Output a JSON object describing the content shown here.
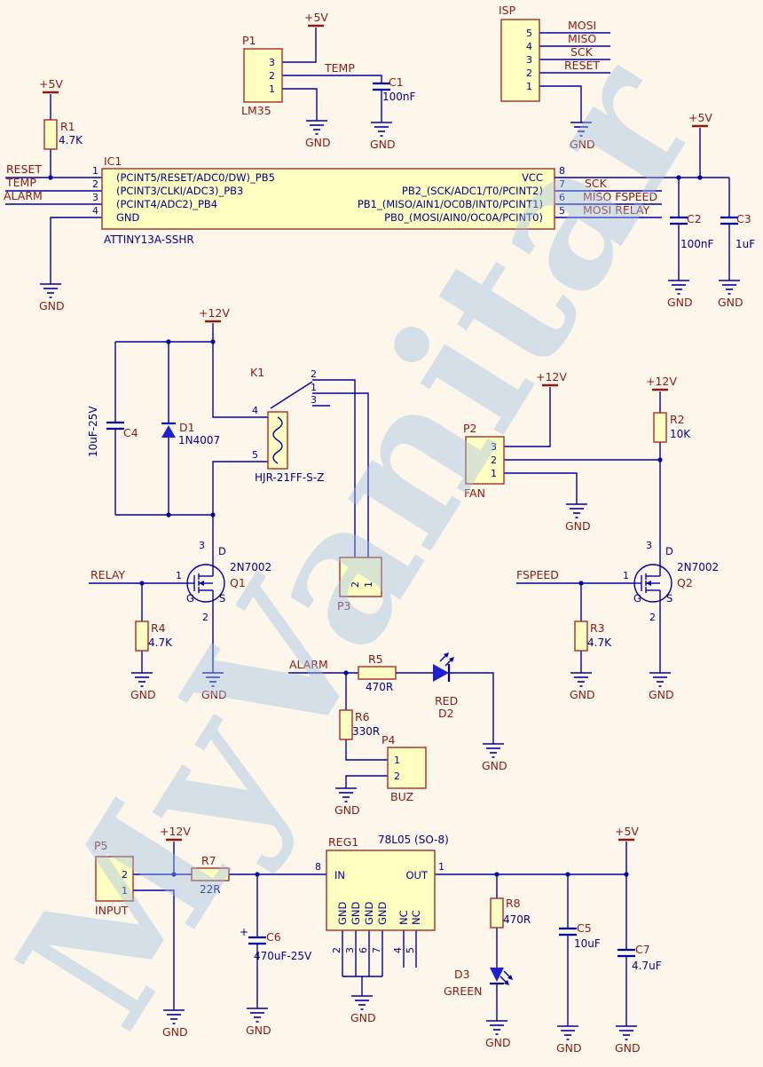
{
  "watermark": "MyVanitar",
  "power": {
    "v5": "+5V",
    "v12": "+12V",
    "gnd": "GND"
  },
  "nets": {
    "reset": "RESET",
    "temp": "TEMP",
    "alarm": "ALARM",
    "sck": "SCK",
    "miso_fspeed": "MISO FSPEED",
    "mosi_relay": "MOSI RELAY",
    "mosi": "MOSI",
    "miso": "MISO",
    "relay": "RELAY",
    "fspeed": "FSPEED"
  },
  "mcu": {
    "ref": "IC1",
    "part": "ATTINY13A-SSHR",
    "left": [
      {
        "num": "1",
        "name": "(PCINT5/RESET/ADC0/DW)_PB5"
      },
      {
        "num": "2",
        "name": "(PCINT3/CLKI/ADC3)_PB3"
      },
      {
        "num": "3",
        "name": "(PCINT4/ADC2)_PB4"
      },
      {
        "num": "4",
        "name": "GND"
      }
    ],
    "right": [
      {
        "num": "8",
        "name": "VCC"
      },
      {
        "num": "7",
        "name": "PB2_(SCK/ADC1/T0/PCINT2)"
      },
      {
        "num": "6",
        "name": "PB1_(MISO/AIN1/OC0B/INT0/PCINT1)"
      },
      {
        "num": "5",
        "name": "PB0_(MOSI/AIN0/OC0A/PCINT0)"
      }
    ]
  },
  "p1": {
    "ref": "P1",
    "name": "LM35",
    "pins": [
      "3",
      "2",
      "1"
    ]
  },
  "isp": {
    "ref": "ISP",
    "pins": [
      "5",
      "4",
      "3",
      "2",
      "1"
    ]
  },
  "p2": {
    "ref": "P2",
    "name": "FAN",
    "pins": [
      "3",
      "2",
      "1"
    ]
  },
  "p3": {
    "ref": "P3",
    "pins": [
      "2",
      "1"
    ]
  },
  "p4": {
    "ref": "P4",
    "name": "BUZ",
    "pins": [
      "1",
      "2"
    ]
  },
  "p5": {
    "ref": "P5",
    "name": "INPUT",
    "pins": [
      "2",
      "1"
    ]
  },
  "k1": {
    "ref": "K1",
    "part": "HJR-21FF-S-Z",
    "pins": {
      "no": "2",
      "com": "1",
      "nc": "3",
      "coil_top": "4",
      "coil_bot": "5"
    }
  },
  "r1": {
    "ref": "R1",
    "value": "4.7K"
  },
  "r2": {
    "ref": "R2",
    "value": "10K"
  },
  "r3": {
    "ref": "R3",
    "value": "4.7K"
  },
  "r4": {
    "ref": "R4",
    "value": "4.7K"
  },
  "r5": {
    "ref": "R5",
    "value": "470R"
  },
  "r6": {
    "ref": "R6",
    "value": "330R"
  },
  "r7": {
    "ref": "R7",
    "value": "22R"
  },
  "r8": {
    "ref": "R8",
    "value": "470R"
  },
  "c1": {
    "ref": "C1",
    "value": "100nF"
  },
  "c2": {
    "ref": "C2",
    "value": "100nF"
  },
  "c3": {
    "ref": "C3",
    "value": "1uF"
  },
  "c4": {
    "ref": "C4",
    "value": "10uF-25V"
  },
  "c5": {
    "ref": "C5",
    "value": "10uF"
  },
  "c6": {
    "ref": "C6",
    "value": "470uF-25V",
    "polarity": "+"
  },
  "c7": {
    "ref": "C7",
    "value": "4.7uF"
  },
  "d1": {
    "ref": "D1",
    "value": "1N4007"
  },
  "d2": {
    "ref": "D2",
    "value": "RED"
  },
  "d3": {
    "ref": "D3",
    "value": "GREEN"
  },
  "q1": {
    "ref": "Q1",
    "value": "2N7002",
    "pin_d": "3",
    "pin_g": "1",
    "pin_s": "2",
    "d": "D",
    "g": "G",
    "s": "S"
  },
  "q2": {
    "ref": "Q2",
    "value": "2N7002",
    "pin_d": "3",
    "pin_g": "1",
    "pin_s": "2",
    "d": "D",
    "g": "G",
    "s": "S"
  },
  "reg1": {
    "ref": "REG1",
    "part": "78L05 (SO-8)",
    "in": "IN",
    "out": "OUT",
    "pin_in": "8",
    "pin_out": "1",
    "gnd": "GND",
    "nc": "NC",
    "gnd_pins": [
      "2",
      "3",
      "6",
      "7"
    ],
    "nc_pins": [
      "4",
      "5"
    ]
  }
}
